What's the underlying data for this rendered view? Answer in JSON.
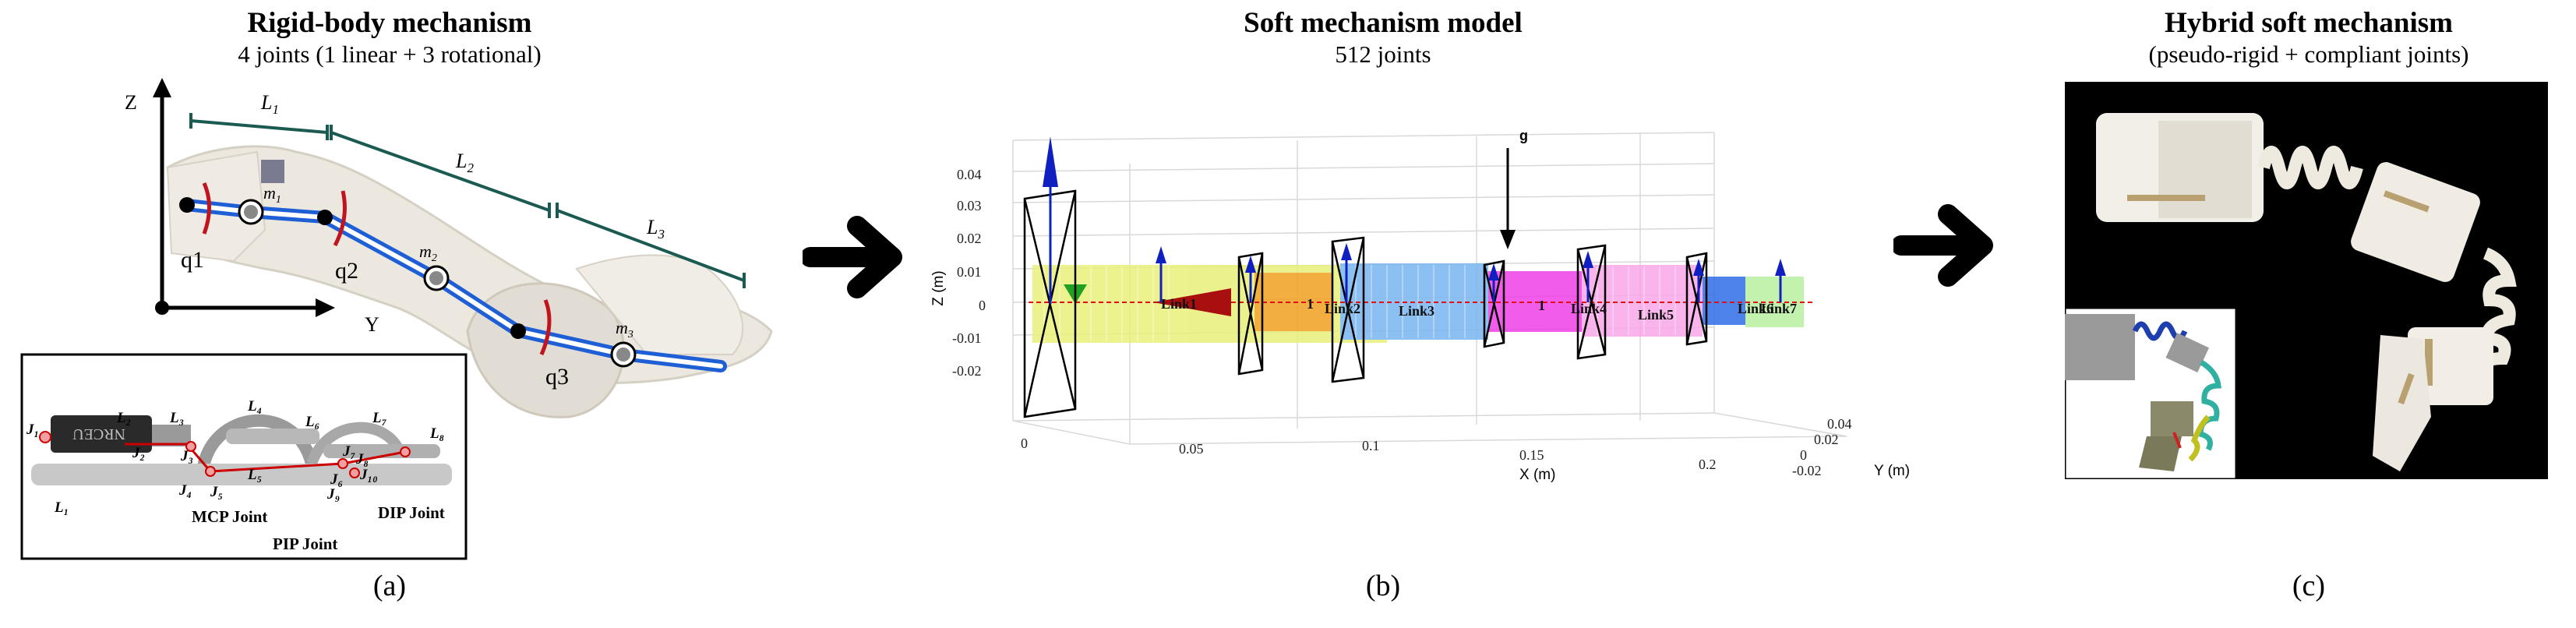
{
  "panel_a": {
    "title": "Rigid-body mechanism",
    "subtitle": "4 joints (1 linear + 3 rotational)",
    "label": "(a)",
    "axes": {
      "z": "Z",
      "y": "Y"
    },
    "lengths": [
      "L",
      "L",
      "L"
    ],
    "length_subs": [
      "1",
      "2",
      "3"
    ],
    "joints": [
      "q1",
      "q2",
      "q3"
    ],
    "masses": [
      "m",
      "m",
      "m"
    ],
    "mass_subs": [
      "1",
      "2",
      "3"
    ],
    "inset": {
      "logo": "NRCEU",
      "tags": [
        "J₁",
        "L₂",
        "L₃",
        "J₂",
        "J₃",
        "J₄",
        "J₅",
        "L₄",
        "L₅",
        "L₆",
        "L₇",
        "L₈",
        "J₆",
        "J₇",
        "J₈",
        "J₉",
        "J₁₀",
        "L₁"
      ],
      "mcp": "MCP Joint",
      "pip": "PIP Joint",
      "dip": "DIP Joint"
    }
  },
  "panel_b": {
    "title": "Soft mechanism model",
    "subtitle": "512 joints",
    "label": "(b)",
    "zlabel": "Z (m)",
    "xlabel": "X (m)",
    "ylabel": "Y (m)",
    "z_ticks": [
      "0.04",
      "0.03",
      "0.02",
      "0.01",
      "0",
      "-0.01",
      "-0.02"
    ],
    "x_ticks": [
      "0",
      "0.05",
      "0.1",
      "0.15",
      "0.2"
    ],
    "y_ticks": [
      "-0.02",
      "0",
      "0.02",
      "0.04"
    ],
    "gravity": "g",
    "links": [
      "Link1",
      "1",
      "Link2",
      "Link3",
      "1",
      "Link4",
      "Link5",
      "Link6",
      "Link7"
    ],
    "colors": {
      "yellow": "#e8f07a",
      "orange": "#f2a020",
      "blue": "#7ab6f0",
      "magenta": "#f040e8",
      "pink": "#f8a8e8",
      "dblue": "#2e6ee8",
      "green": "#b8f0a0"
    }
  },
  "panel_c": {
    "title": "Hybrid soft mechanism",
    "subtitle": "(pseudo-rigid + compliant joints)",
    "label": "(c)"
  }
}
